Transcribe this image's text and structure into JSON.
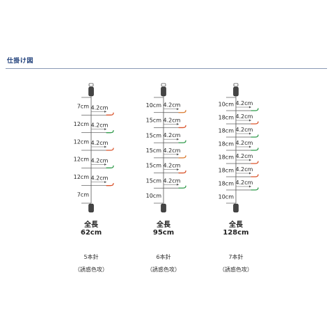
{
  "header": {
    "title": "仕掛け図"
  },
  "colors": {
    "hook_red": "#d9532b",
    "hook_green": "#2f9a4a",
    "hook_orange": "#d9772b",
    "line": "#555555",
    "header_text": "#1f3f7a"
  },
  "rigs": [
    {
      "segments": [
        "7cm",
        "12cm",
        "12cm",
        "12cm",
        "12cm",
        "7cm"
      ],
      "branch_label": "4.2cm",
      "hook_colors": [
        "red",
        "green",
        "red",
        "green",
        "red"
      ],
      "total_label": "全長",
      "total_length": "62cm",
      "hook_count": "5本針",
      "note": "（誘惑色攻）"
    },
    {
      "segments": [
        "10cm",
        "15cm",
        "15cm",
        "15cm",
        "15cm",
        "15cm",
        "10cm"
      ],
      "branch_label": "4.2cm",
      "hook_colors": [
        "orange",
        "red",
        "green",
        "orange",
        "red",
        "green"
      ],
      "total_label": "全長",
      "total_length": "95cm",
      "hook_count": "6本針",
      "note": "（誘惑色攻）"
    },
    {
      "segments": [
        "10cm",
        "18cm",
        "18cm",
        "18cm",
        "18cm",
        "18cm",
        "18cm",
        "10cm"
      ],
      "branch_label": "4.2cm",
      "hook_colors": [
        "green",
        "red",
        "green",
        "green",
        "red",
        "red",
        "green"
      ],
      "total_label": "全長",
      "total_length": "128cm",
      "hook_count": "7本針",
      "note": "（誘惑色攻）"
    }
  ]
}
